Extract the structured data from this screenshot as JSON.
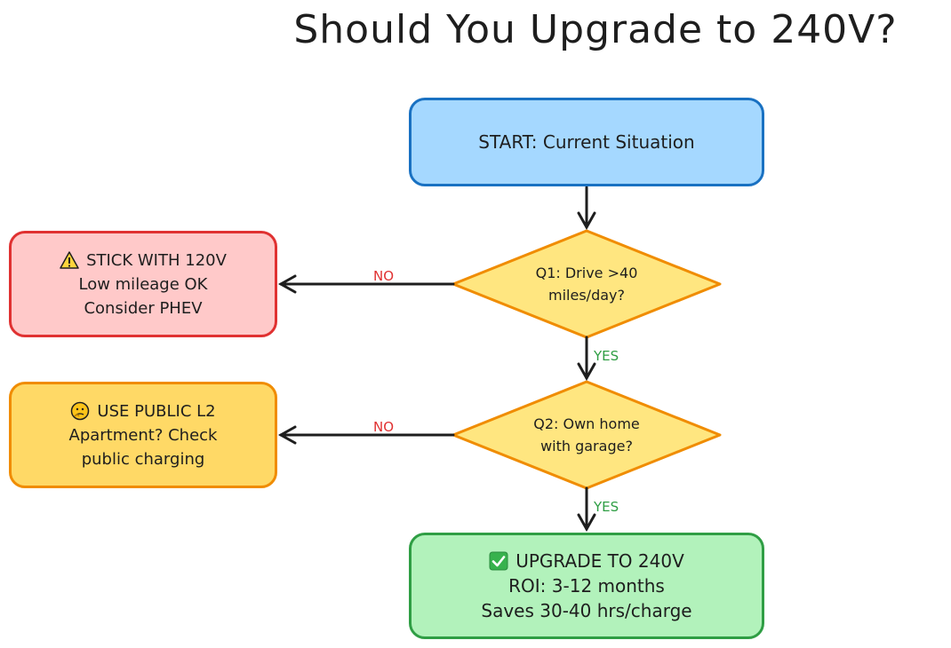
{
  "title": "Should You Upgrade to 240V?",
  "nodes": {
    "start": {
      "text": "START: Current Situation"
    },
    "q1": {
      "line1": "Q1: Drive >40",
      "line2": "miles/day?"
    },
    "q2": {
      "line1": "Q2: Own home",
      "line2": "with garage?"
    },
    "stick": {
      "icon": "warning-icon",
      "heading": "STICK WITH 120V",
      "line1": "Low mileage OK",
      "line2": "Consider PHEV"
    },
    "public": {
      "icon": "thinking-face-icon",
      "heading": "USE PUBLIC L2",
      "line1": "Apartment? Check",
      "line2": "public charging"
    },
    "upgrade": {
      "icon": "check-mark-icon",
      "heading": "UPGRADE TO 240V",
      "line1": "ROI: 3-12 months",
      "line2": "Saves 30-40 hrs/charge"
    }
  },
  "edges": {
    "q1_no": "NO",
    "q1_yes": "YES",
    "q2_no": "NO",
    "q2_yes": "YES"
  },
  "colors": {
    "start_fill": "#a5d8ff",
    "start_stroke": "#1971c2",
    "decision_fill": "#ffe680",
    "decision_stroke": "#f08c00",
    "stick_fill": "#ffc9c9",
    "stick_stroke": "#e03131",
    "public_fill": "#ffd966",
    "public_stroke": "#f08c00",
    "upgrade_fill": "#b2f2bb",
    "upgrade_stroke": "#2f9e44",
    "no_label": "#e03131",
    "yes_label": "#2f9e44"
  }
}
